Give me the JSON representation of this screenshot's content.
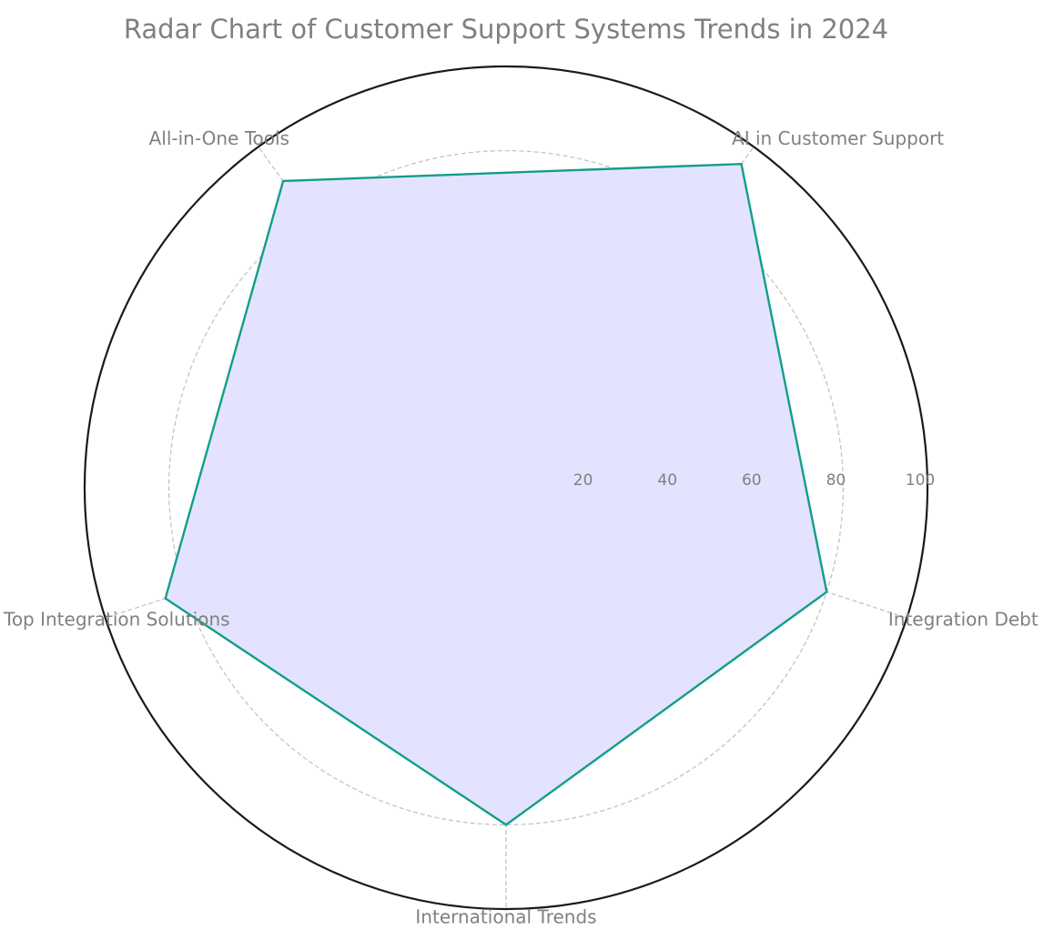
{
  "chart_data": {
    "type": "radar",
    "title": "Radar Chart of Customer Support Systems Trends in 2024",
    "categories": [
      "Integration Debt",
      "AI in Customer Support",
      "All-in-One Tools",
      "Top Integration Solutions",
      "International Trends"
    ],
    "series": [
      {
        "values": [
          80,
          95,
          90,
          85,
          80
        ],
        "line_color": "#139e87",
        "fill_color": "#e3e3ff"
      }
    ],
    "rlim": [
      0,
      100
    ],
    "rticks": [
      20,
      40,
      60,
      80,
      100
    ],
    "rtick_labels": [
      "20",
      "40",
      "60",
      "80",
      "100"
    ],
    "grid": true
  }
}
